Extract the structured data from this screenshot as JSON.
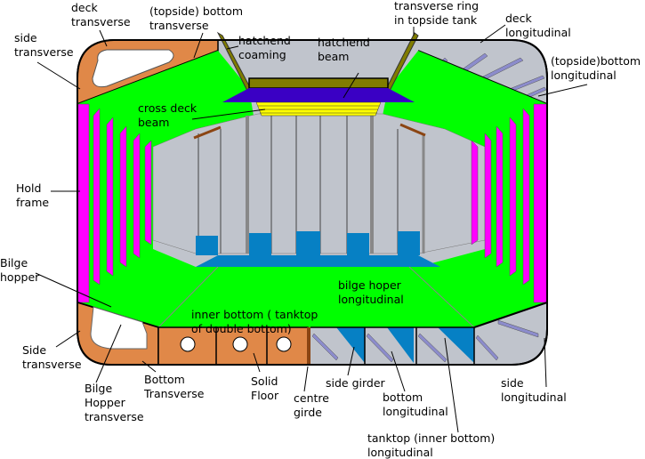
{
  "title": "Bulk carrier cargo hold cross-section",
  "colors": {
    "hopper_green": "#00ff00",
    "transverse_orange": "#e08848",
    "hold_grey": "#c0c4cc",
    "frame_magenta": "#ff00ff",
    "tank_blue": "#0680c4",
    "hatch_beam_purple": "#3a00c4",
    "cross_deck_yellow": "#ffff00",
    "coaming_olive": "#807c00",
    "longitudinal_lavender": "#8c8ccc"
  },
  "labels": {
    "deck_transverse": [
      "deck",
      "transverse"
    ],
    "topside_bottom_transverse": [
      "(topside) bottom",
      "transverse"
    ],
    "side_transverse_top": [
      "side",
      "transverse"
    ],
    "hatchend_coaming": [
      "hatchend",
      "coaming"
    ],
    "hatchend_beam": [
      "hatchend",
      "beam"
    ],
    "transverse_ring": [
      "transverse ring",
      "in topside tank"
    ],
    "deck_longitudinal": [
      "deck",
      "longitudinal"
    ],
    "topside_bottom_longitudinal": [
      "(topside)bottom",
      "longitudinal"
    ],
    "cross_deck_beam": [
      "cross deck",
      "beam"
    ],
    "hold_frame": [
      "Hold",
      "frame"
    ],
    "bilge_hopper": [
      "Bilge",
      "hopper"
    ],
    "bilge_hoper_longitudinal": [
      "bilge hoper",
      "longitudinal"
    ],
    "inner_bottom": [
      "inner bottom ( tanktop",
      "of double bottom)"
    ],
    "side_transverse_bottom": [
      "Side",
      "transverse"
    ],
    "bilge_hopper_transverse": [
      "Bilge",
      "Hopper",
      "transverse"
    ],
    "bottom_transverse": [
      "Bottom",
      "Transverse"
    ],
    "solid_floor": [
      "Solid",
      "Floor"
    ],
    "centre_girder": [
      "centre",
      "girde"
    ],
    "side_girder": [
      "side girder"
    ],
    "bottom_longitudinal": [
      "bottom",
      "longitudinal"
    ],
    "tanktop_longitudinal": [
      "tanktop (inner bottom)",
      "longitudinal"
    ],
    "side_longitudinal": [
      "side",
      "longitudinal"
    ]
  }
}
